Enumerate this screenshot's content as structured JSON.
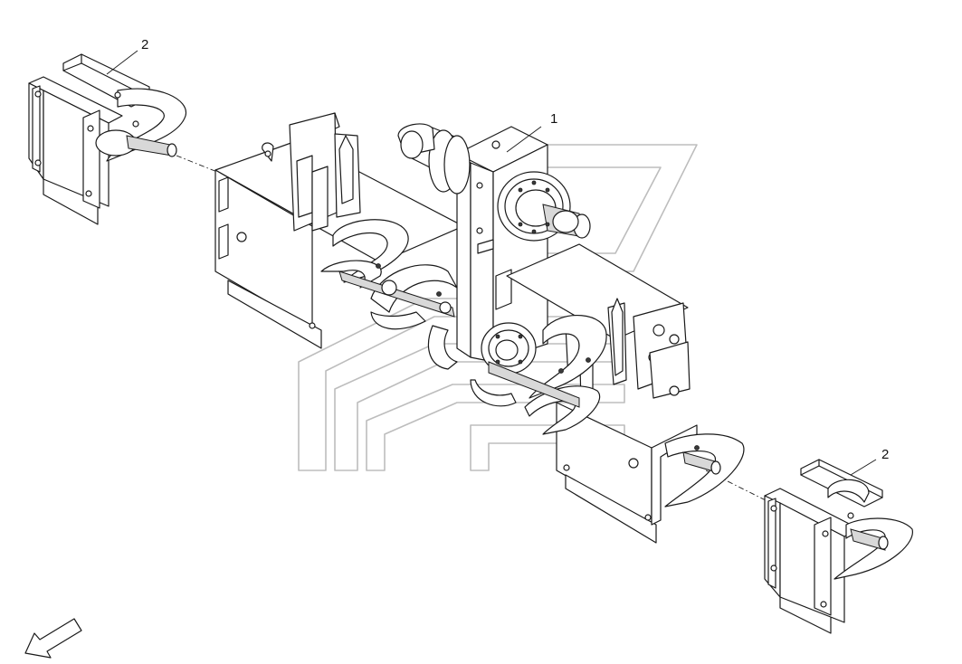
{
  "callouts": [
    {
      "id": "callout-1",
      "label": "1"
    },
    {
      "id": "callout-2-left",
      "label": "2"
    },
    {
      "id": "callout-2-right",
      "label": "2"
    }
  ],
  "icons": {
    "direction_arrow": "arrow-down-left-icon",
    "watermark": "logo-watermark"
  }
}
